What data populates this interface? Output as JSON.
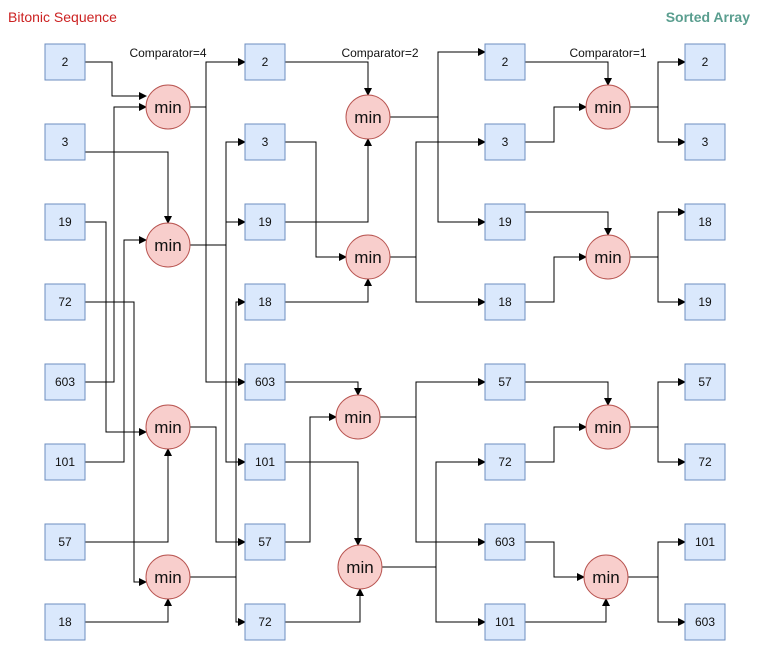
{
  "header": {
    "left_title": "Bitonic Sequence",
    "right_title": "Sorted Array",
    "left_color": "#cc2222",
    "right_color": "#5a9e8f"
  },
  "comparator_labels": [
    "Comparator=4",
    "Comparator=2",
    "Comparator=1"
  ],
  "node_label": "min",
  "columns": [
    [
      "2",
      "3",
      "19",
      "72",
      "603",
      "101",
      "57",
      "18"
    ],
    [
      "2",
      "3",
      "19",
      "18",
      "603",
      "101",
      "57",
      "72"
    ],
    [
      "2",
      "3",
      "19",
      "18",
      "57",
      "72",
      "603",
      "101"
    ],
    [
      "2",
      "3",
      "18",
      "19",
      "57",
      "72",
      "101",
      "603"
    ]
  ],
  "colors": {
    "box_fill": "#dae8fc",
    "box_stroke": "#6c8ebf",
    "node_fill": "#f8cecc",
    "node_stroke": "#b85450"
  }
}
